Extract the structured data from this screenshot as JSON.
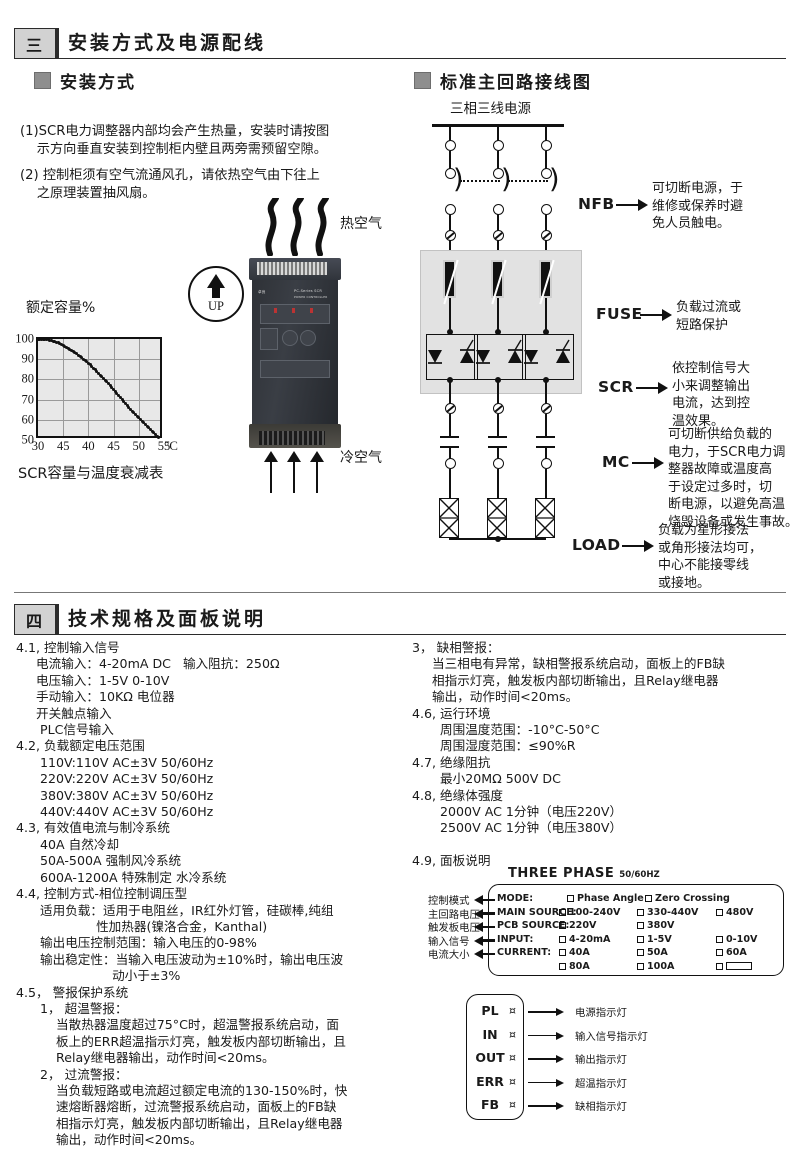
{
  "section3": {
    "number": "三",
    "title": "安装方式及电源配线",
    "sub_left": "安装方式",
    "sub_right": "标准主回路接线图",
    "items": [
      "(1)SCR电力调整器内部均会产生热量，安装时请按图\n    示方向垂直安装到控制柜内壁且两旁需预留空隙。",
      "(2) 控制柜须有空气流通风孔，请依热空气由下往上\n    之原理装置抽风扇。"
    ],
    "hot_air_label": "热空气",
    "cold_air_label": "冷空气",
    "up_label": "UP",
    "device_labels": {
      "brand": "卓良",
      "model": "PC-Series SCR",
      "sub": "POWER CONTROLLER"
    }
  },
  "chart_data": {
    "type": "line",
    "title": "SCR容量与温度衰减表",
    "ylabel": "额定容量%",
    "xlabel": "°C",
    "x_ticks": [
      "30",
      "45",
      "40",
      "45",
      "50",
      "55"
    ],
    "y_ticks": [
      "100",
      "90",
      "80",
      "70",
      "60",
      "50"
    ],
    "ylim": [
      50,
      100
    ],
    "xlim": [
      30,
      55
    ],
    "grid": true,
    "legend": "none",
    "series": [
      {
        "name": "额定容量%",
        "x": [
          30,
          31,
          32,
          33,
          34,
          35,
          36,
          37,
          38,
          39,
          40,
          41,
          42,
          43,
          44,
          45,
          46,
          47,
          48,
          49,
          50,
          51,
          52,
          53,
          54
        ],
        "values": [
          100,
          100,
          99.6,
          99,
          98.2,
          97,
          95.5,
          94,
          92,
          90,
          88,
          85.5,
          83,
          80.5,
          78,
          75,
          72,
          69,
          66,
          63.5,
          61,
          58.5,
          56,
          53.5,
          51
        ]
      }
    ]
  },
  "circuit": {
    "source_label": "三相三线电源",
    "stages": [
      {
        "code": "NFB",
        "note": "可切断电源，于\n维修或保养时避\n免人员触电。"
      },
      {
        "code": "FUSE",
        "note": "负载过流或\n短路保护"
      },
      {
        "code": "SCR",
        "note": "依控制信号大\n小来调整输出\n电流，达到控\n温效果。"
      },
      {
        "code": "MC",
        "note": "可切断供给负载的\n电力，于SCR电力调\n整器故障或温度高\n于设定过多时，切\n断电源，以避免高温\n烧毁设备或发生事故。"
      },
      {
        "code": "LOAD",
        "note": "负载为星形接法\n或角形接法均可，\n中心不能接零线\n或接地。"
      }
    ]
  },
  "section4": {
    "number": "四",
    "title": "技术规格及面板说明",
    "left_column": [
      "4.1, 控制输入信号",
      "     电流输入：4-20mA DC   输入阻抗：250Ω",
      "     电压输入：1-5V 0-10V",
      "     手动输入：10KΩ 电位器",
      "     开关触点输入",
      "      PLC信号输入",
      "4.2, 负载额定电压范围",
      "      110V:110V AC±3V 50/60Hz",
      "      220V:220V AC±3V 50/60Hz",
      "      380V:380V AC±3V 50/60Hz",
      "      440V:440V AC±3V 50/60Hz",
      "4.3, 有效值电流与制冷系统",
      "      40A 自然冷却",
      "      50A-500A 强制风冷系统",
      "      600A-1200A 特殊制定 水冷系统",
      "4.4, 控制方式-相位控制调压型",
      "      适用负载：适用于电阻丝，IR红外灯管，硅碳棒,纯组",
      "                    性加热器(镍洛合金，Kanthal)",
      "      输出电压控制范围：输入电压的0-98%",
      "      输出稳定性：当输入电压波动为±10%时，输出电压波",
      "                        动小于±3%",
      "4.5， 警报保护系统",
      "      1， 超温警报：",
      "          当散热器温度超过75°C时，超温警报系统启动，面",
      "          板上的ERR超温指示灯亮，触发板内部切断输出，且",
      "          Relay继电器输出，动作时间<20ms。",
      "      2， 过流警报：",
      "          当负载短路或电流超过额定电流的130-150%时，快",
      "          速熔断器熔断，过流警报系统启动，面板上的FB缺",
      "          相指示灯亮，触发板内部切断输出，且Relay继电器",
      "          输出，动作时间<20ms。"
    ],
    "right_column": [
      "3， 缺相警报：",
      "     当三相电有异常，缺相警报系统启动，面板上的FB缺",
      "     相指示灯亮，触发板内部切断输出，且Relay继电器",
      "     输出，动作时间<20ms。",
      "4.6, 运行环境",
      "       周围温度范围：-10°C-50°C",
      "       周围湿度范围：≤90%R",
      "4.7, 绝缘阻抗",
      "       最小20MΩ 500V DC",
      "4.8, 绝缘体强度",
      "       2000V AC 1分钟（电压220V）",
      "       2500V AC 1分钟（电压380V）",
      "",
      "4.9, 面板说明"
    ]
  },
  "panel": {
    "heading": "THREE PHASE",
    "heading_small": "50/60HZ",
    "rows": [
      {
        "cn": "控制模式",
        "label": "MODE:",
        "options": [
          "Phase Angle",
          "Zero  Crossing"
        ]
      },
      {
        "cn": "主回路电压",
        "label": "MAIN SOURCE:",
        "options": [
          "100-240V",
          "330-440V",
          "480V"
        ]
      },
      {
        "cn": "触发板电压",
        "label": "PCB SOURCE:",
        "options": [
          "220V",
          "380V"
        ]
      },
      {
        "cn": "输入信号",
        "label": "INPUT:",
        "options": [
          "4-20mA",
          "1-5V",
          "0-10V"
        ]
      },
      {
        "cn": "电流大小",
        "label": "CURRENT:",
        "options": [
          "40A",
          "50A",
          "60A"
        ]
      },
      {
        "cn": "",
        "label": "",
        "options": [
          "80A",
          "100A",
          "__blank__"
        ]
      }
    ]
  },
  "leds": {
    "glyph": "¤",
    "items": [
      {
        "name": "PL",
        "desc": "电源指示灯"
      },
      {
        "name": "IN",
        "desc": "输入信号指示灯"
      },
      {
        "name": "OUT",
        "desc": "输出指示灯"
      },
      {
        "name": "ERR",
        "desc": "超温指示灯"
      },
      {
        "name": "FB",
        "desc": "缺相指示灯"
      }
    ]
  }
}
